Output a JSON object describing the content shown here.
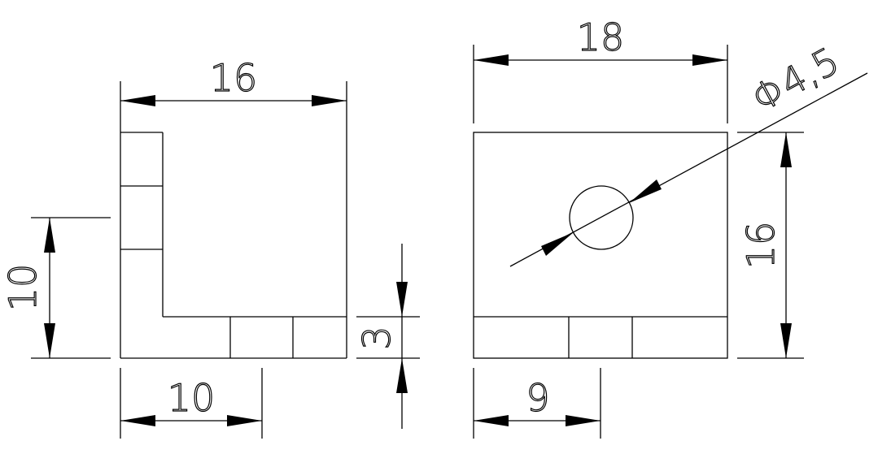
{
  "drawing": {
    "left_view": {
      "width_label": "16",
      "height_label": "10",
      "bottom_label": "10",
      "slot_label": "3"
    },
    "right_view": {
      "width_label": "18",
      "height_label": "16",
      "bottom_label": "9",
      "hole_label": "Φ4,5"
    }
  }
}
